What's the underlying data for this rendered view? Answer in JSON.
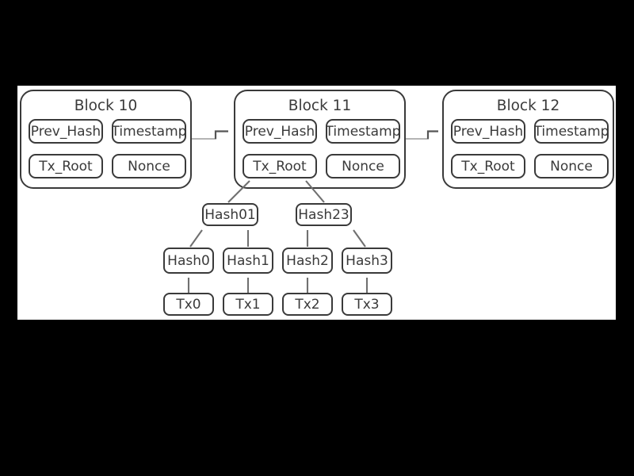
{
  "diagram": {
    "blocks": [
      {
        "title": "Block 10",
        "fields": [
          "Prev_Hash",
          "Timestamp",
          "Tx_Root",
          "Nonce"
        ]
      },
      {
        "title": "Block 11",
        "fields": [
          "Prev_Hash",
          "Timestamp",
          "Tx_Root",
          "Nonce"
        ]
      },
      {
        "title": "Block 12",
        "fields": [
          "Prev_Hash",
          "Timestamp",
          "Tx_Root",
          "Nonce"
        ]
      }
    ],
    "merkle": {
      "hash01": "Hash01",
      "hash23": "Hash23",
      "hash0": "Hash0",
      "hash1": "Hash1",
      "hash2": "Hash2",
      "hash3": "Hash3",
      "tx0": "Tx0",
      "tx1": "Tx1",
      "tx2": "Tx2",
      "tx3": "Tx3"
    },
    "connections": [
      {
        "from": "Block 10",
        "to": "Block 11 Prev_Hash"
      },
      {
        "from": "Block 11",
        "to": "Block 12 Prev_Hash"
      },
      {
        "from": "Tx0",
        "to": "Hash0"
      },
      {
        "from": "Tx1",
        "to": "Hash1"
      },
      {
        "from": "Tx2",
        "to": "Hash2"
      },
      {
        "from": "Tx3",
        "to": "Hash3"
      },
      {
        "from": "Hash0",
        "to": "Hash01"
      },
      {
        "from": "Hash1",
        "to": "Hash01"
      },
      {
        "from": "Hash2",
        "to": "Hash23"
      },
      {
        "from": "Hash3",
        "to": "Hash23"
      },
      {
        "from": "Hash01",
        "to": "Tx_Root of Block 11"
      },
      {
        "from": "Hash23",
        "to": "Tx_Root of Block 11"
      }
    ],
    "colors": {
      "page_bg": "#000000",
      "canvas_bg": "#ffffff",
      "box_border": "#3a3a3a",
      "text": "#3a3a3a",
      "arrow": "#707070",
      "connector_light": "#b4b4b4",
      "connector_dark": "#555555"
    }
  }
}
